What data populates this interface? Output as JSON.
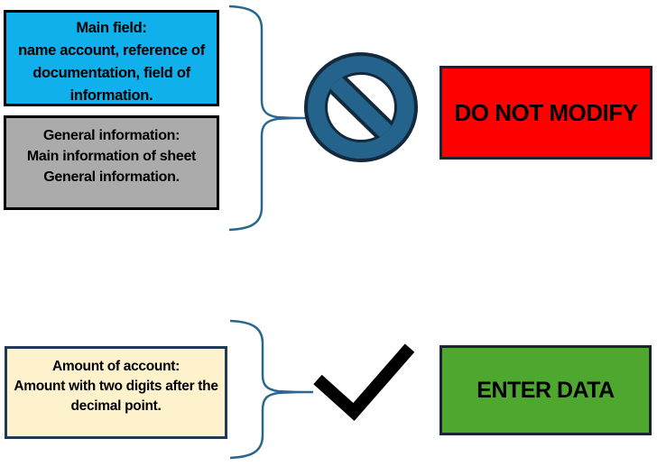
{
  "colors": {
    "cyan_box_fill": "#0fb0ec",
    "gray_box_fill": "#ababab",
    "cream_box_fill": "#fdf2cc",
    "red_box_fill": "#fe0000",
    "green_box_fill": "#4ea72e",
    "prohibition_fill": "#24648c",
    "prohibition_outline": "#13293d",
    "brace_stroke": "#2a678f",
    "dark_border": "#1a2433",
    "navy_border": "#1f3a56",
    "checkmark": "#000000",
    "text": "#000000"
  },
  "boxes": {
    "main_field": {
      "lines": [
        "Main field:",
        "name account, reference of",
        "documentation, field of",
        "information."
      ]
    },
    "general_info": {
      "lines": [
        "General information:",
        "Main information of sheet",
        "General information."
      ]
    },
    "amount": {
      "lines": [
        "Amount of account:",
        "Amount with two digits after the",
        "decimal point."
      ]
    },
    "do_not_modify": {
      "label": "DO NOT MODIFY"
    },
    "enter_data": {
      "label": "ENTER DATA"
    }
  },
  "icons": {
    "no_symbol": "prohibition-sign",
    "checkmark": "check-mark",
    "brace_top": "curly-brace",
    "brace_bottom": "curly-brace"
  }
}
